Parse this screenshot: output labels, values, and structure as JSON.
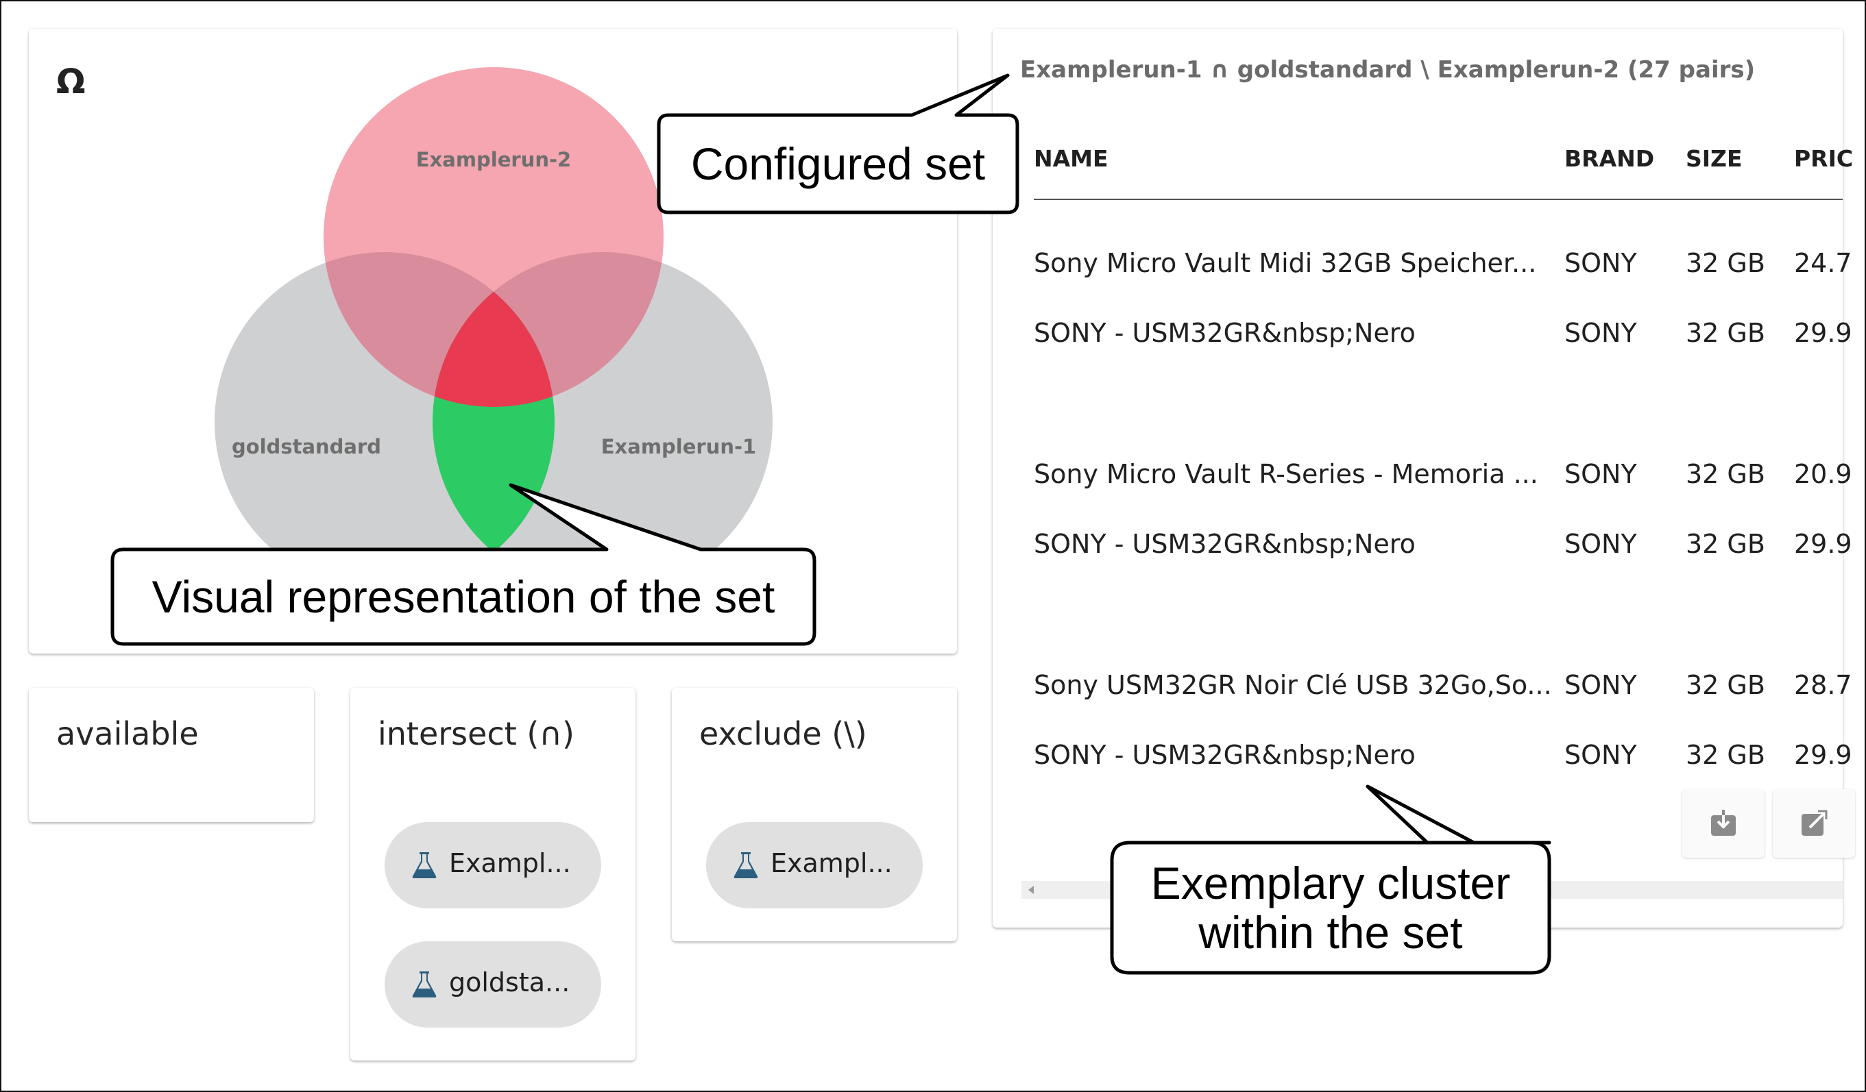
{
  "venn": {
    "omega": "Ω",
    "labels": {
      "top": "Examplerun-2",
      "left": "goldstandard",
      "right": "Examplerun-1"
    },
    "colors": {
      "top_circle": "#f5a6b0",
      "side_circles": "#cccdd0",
      "overlap_top_side": "#d98d9c",
      "center_all": "#e83b52",
      "highlight_set": "#2ccb64"
    }
  },
  "buckets": {
    "available": {
      "title": "available",
      "chips": []
    },
    "intersect": {
      "title": "intersect (∩)",
      "chips": [
        {
          "label": "Exampl...",
          "icon": "flask-icon"
        },
        {
          "label": "goldsta...",
          "icon": "flask-icon"
        }
      ]
    },
    "exclude": {
      "title": "exclude (\\)",
      "chips": [
        {
          "label": "Exampl...",
          "icon": "flask-icon"
        }
      ]
    }
  },
  "table": {
    "heading": "Examplerun-1 ∩ goldstandard \\ Examplerun-2 (27 pairs)",
    "columns": [
      "NAME",
      "BRAND",
      "SIZE",
      "PRIC"
    ],
    "rows": [
      [
        "Sony Micro Vault Midi 32GB Speicher...",
        "SONY",
        "32 GB",
        "24.7"
      ],
      [
        "SONY - USM32GR&nbsp;Nero",
        "SONY",
        "32 GB",
        "29.9"
      ],
      [
        "Sony Micro Vault R-Series - Memoria ...",
        "SONY",
        "32 GB",
        "20.9"
      ],
      [
        "SONY - USM32GR&nbsp;Nero",
        "SONY",
        "32 GB",
        "29.9"
      ],
      [
        "Sony USM32GR Noir Clé USB 32Go,So...",
        "SONY",
        "32 GB",
        "28.7"
      ],
      [
        "SONY - USM32GR&nbsp;Nero",
        "SONY",
        "32 GB",
        "29.9"
      ]
    ],
    "tools": [
      {
        "icon": "download-icon"
      },
      {
        "icon": "open-external-icon"
      }
    ]
  },
  "callouts": {
    "configured": "Configured set",
    "visual": "Visual representation of the set",
    "cluster_line1": "Exemplary cluster",
    "cluster_line2": "within the set"
  }
}
